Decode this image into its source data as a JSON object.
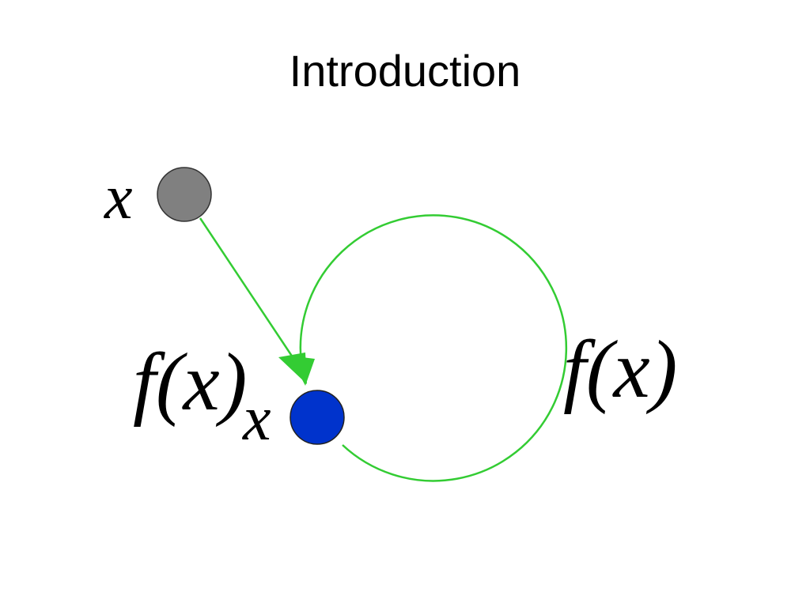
{
  "slide": {
    "title": "Introduction"
  },
  "diagram": {
    "nodes": [
      {
        "id": "input-point",
        "label": "x",
        "color": "#808080"
      },
      {
        "id": "fixed-point",
        "label": "x",
        "color": "#0033cc"
      }
    ],
    "arrow_label": "f(x)",
    "loop_label": "f(x)",
    "arrow_color": "#33cc33"
  }
}
